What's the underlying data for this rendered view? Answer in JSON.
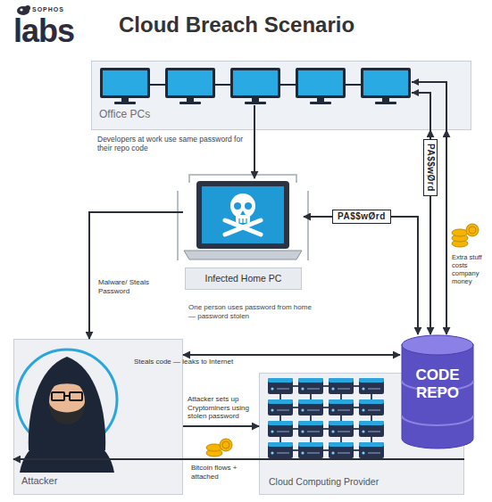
{
  "diagram": {
    "title": "Cloud Breach Scenario",
    "nodes": [
      {
        "text": [
          "Office PCs",
          "Developers at work use same password for their repo code"
        ]
      },
      {
        "text": [
          "Infected Home PC",
          "One person uses password from home — password stolen"
        ]
      },
      {
        "text": [
          "Attacker"
        ]
      },
      {
        "text": [
          "Cloud Computing Provider"
        ]
      },
      {
        "text": [
          "CODE REPO"
        ]
      }
    ],
    "edges": [
      {
        "from": 0,
        "to": 1,
        "arrow": "to"
      },
      {
        "from": 1,
        "to": 2,
        "label": "Malware/ Steals Password",
        "arrow": "to"
      },
      {
        "from": 1,
        "to": 4,
        "label": "PA$$wØrd",
        "arrow": "both"
      },
      {
        "from": 0,
        "to": 4,
        "label": "PA$$wØrd",
        "arrow": "both"
      },
      {
        "from": 0,
        "to": 4,
        "label": "Extra stuff costs company money",
        "arrow": "both"
      },
      {
        "from": 2,
        "to": 4,
        "label": "Steals code — leaks to Internet",
        "arrow": "both"
      },
      {
        "from": 2,
        "to": 3,
        "label": "Attacker sets up Cryptominers using stolen password",
        "arrow": "to"
      },
      {
        "from": 3,
        "to": 2,
        "label": "Bitcoin flows + attached",
        "arrow": "to"
      }
    ],
    "labels": [
      "SOPHOS",
      "labs"
    ]
  }
}
